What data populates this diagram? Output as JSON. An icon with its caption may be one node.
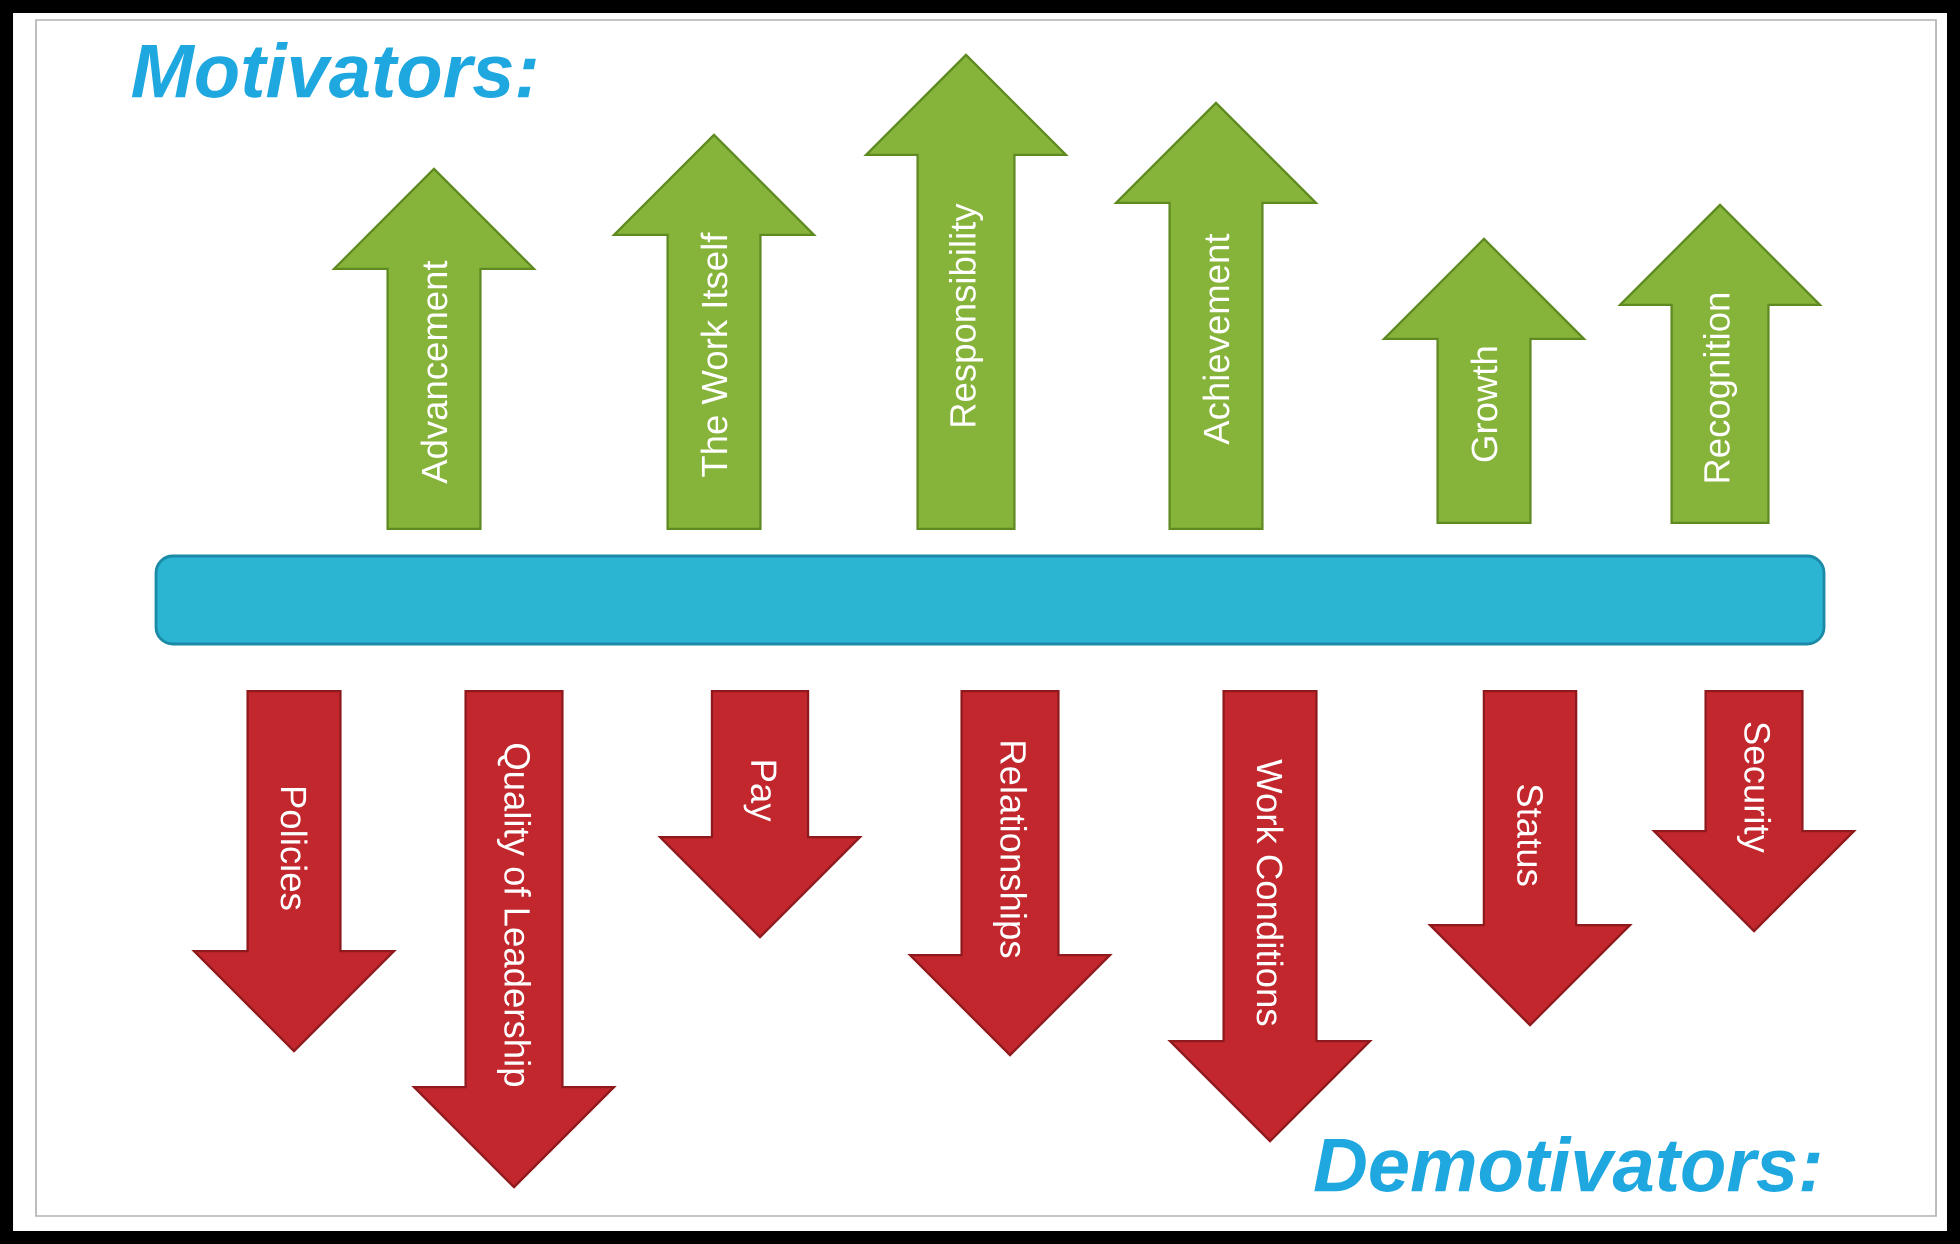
{
  "diagram": {
    "nodes": [
      {
        "text": [
          "Advancement"
        ]
      },
      {
        "text": [
          "The Work Itself"
        ]
      },
      {
        "text": [
          "Responsibility"
        ]
      },
      {
        "text": [
          "Achievement"
        ]
      },
      {
        "text": [
          "Growth"
        ]
      },
      {
        "text": [
          "Recognition"
        ]
      },
      {
        "text": [],
        "shape": "bar"
      },
      {
        "text": [
          "Policies"
        ]
      },
      {
        "text": [
          "Quality of Leadership"
        ]
      },
      {
        "text": [
          "Pay"
        ]
      },
      {
        "text": [
          "Relationships"
        ]
      },
      {
        "text": [
          "Work Conditions"
        ]
      },
      {
        "text": [
          "Status"
        ]
      },
      {
        "text": [
          "Security"
        ]
      }
    ],
    "labels": [
      "Motivators:",
      "Demotivators:"
    ]
  }
}
